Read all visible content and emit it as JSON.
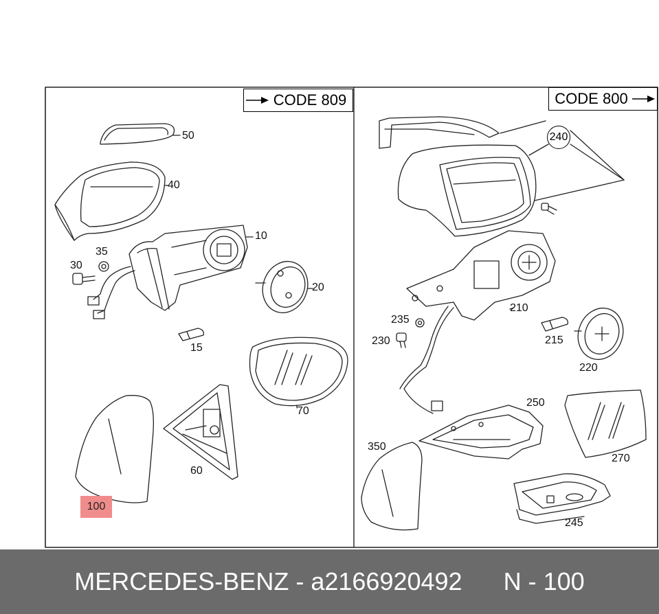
{
  "left_panel": {
    "code_label": "CODE 809",
    "callouts": {
      "p50": "50",
      "p40": "40",
      "p10": "10",
      "p35": "35",
      "p30": "30",
      "p20": "20",
      "p15": "15",
      "p70": "70",
      "p60": "60"
    },
    "highlighted_part": "100"
  },
  "right_panel": {
    "code_label": "CODE 800",
    "circled_part": "240",
    "callouts": {
      "p210": "210",
      "p235": "235",
      "p230": "230",
      "p215": "215",
      "p220": "220",
      "p250": "250",
      "p350": "350",
      "p270": "270",
      "p245": "245"
    }
  },
  "footer": {
    "brand": "MERCEDES-BENZ",
    "separator": "-",
    "part_number": "a2166920492",
    "position_prefix": "N",
    "position_separator": "-",
    "position_number": "100"
  },
  "colors": {
    "highlight": "#f08c8c",
    "footer_bg": "#6b6b6b",
    "line": "#222222"
  }
}
